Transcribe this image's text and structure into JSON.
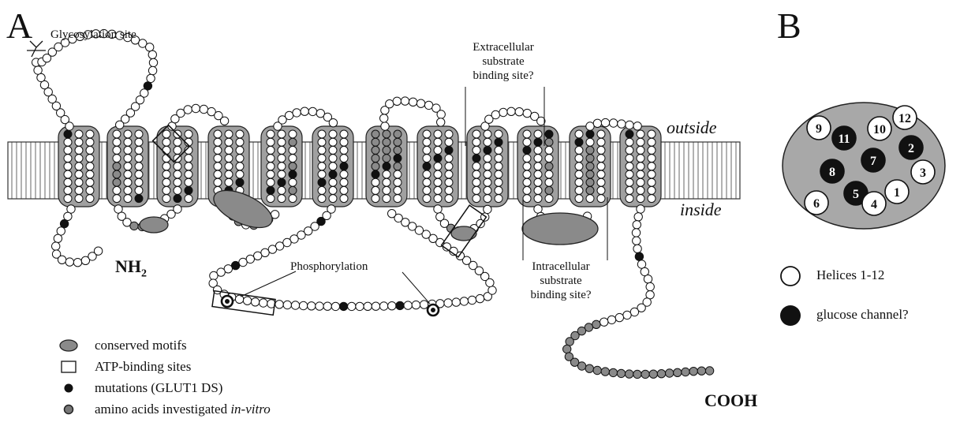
{
  "panels": {
    "a_letter": "A",
    "b_letter": "B"
  },
  "membrane": {
    "outside_label": "outside",
    "inside_label": "inside"
  },
  "annotations": {
    "glycosylation": "Glycosylation site",
    "extracellular_site": [
      "Extracellular",
      "substrate",
      "binding site?"
    ],
    "intracellular_site": [
      "Intracellular",
      "substrate",
      "binding site?"
    ],
    "phosphorylation": "Phosphorylation",
    "nh2": "NH",
    "nh2_sub": "2",
    "cooh": "COOH"
  },
  "legend": [
    {
      "icon": "conserved-motif-ellipse",
      "text": "conserved motifs",
      "color": "#8a8a8a"
    },
    {
      "icon": "atp-binding-box",
      "text": "ATP-binding sites"
    },
    {
      "icon": "black-dot",
      "text": "mutations (GLUT1 DS)",
      "color": "#111111"
    },
    {
      "icon": "grey-dot",
      "text_prefix": "amino acids investigated ",
      "text_italic": "in-vitro",
      "color": "#777777"
    }
  ],
  "panel_b": {
    "disc_color": "#a8a8a8",
    "helices": [
      {
        "label": "9",
        "filled": false
      },
      {
        "label": "11",
        "filled": true
      },
      {
        "label": "10",
        "filled": false
      },
      {
        "label": "12",
        "filled": false
      },
      {
        "label": "2",
        "filled": true
      },
      {
        "label": "7",
        "filled": true
      },
      {
        "label": "3",
        "filled": false
      },
      {
        "label": "8",
        "filled": true
      },
      {
        "label": "5",
        "filled": true
      },
      {
        "label": "1",
        "filled": false
      },
      {
        "label": "6",
        "filled": false
      },
      {
        "label": "4",
        "filled": false
      }
    ],
    "legend": [
      {
        "icon": "open-circle",
        "text": "Helices 1-12"
      },
      {
        "icon": "filled-circle",
        "text": "glucose channel?"
      }
    ]
  }
}
